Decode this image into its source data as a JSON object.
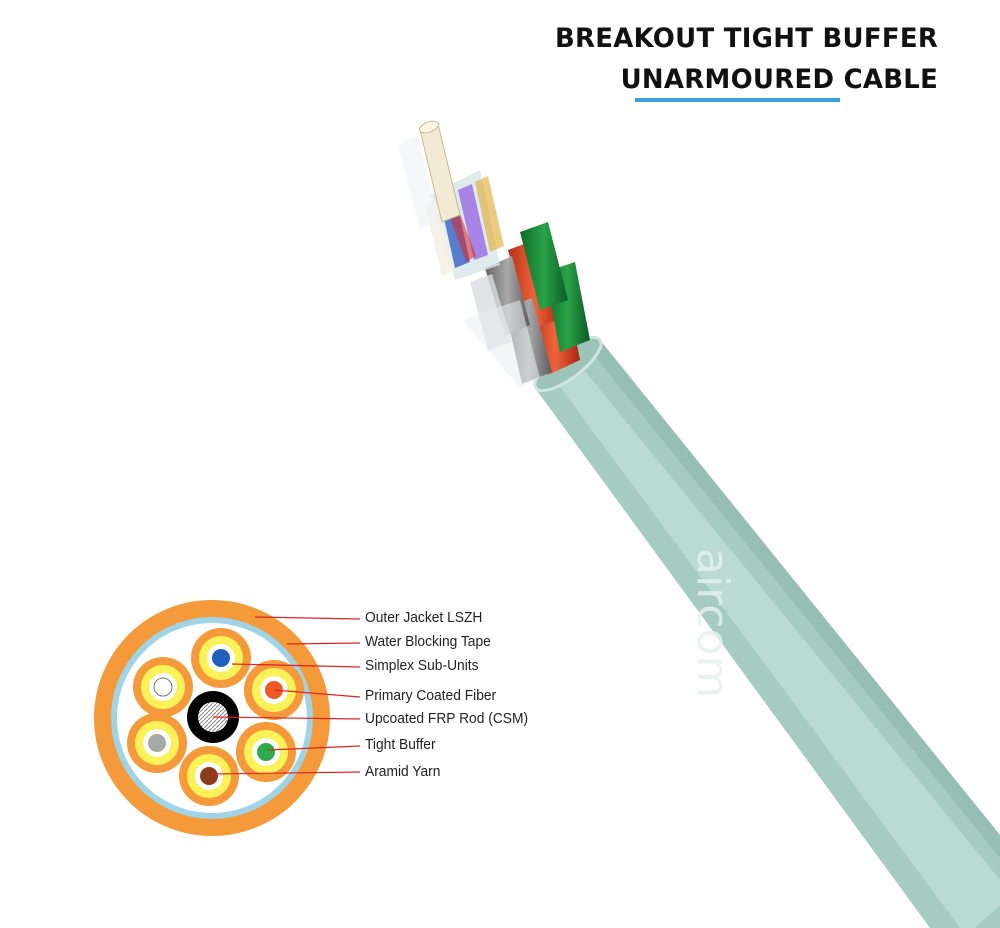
{
  "title": {
    "line1": "BREAKOUT TIGHT BUFFER",
    "line2": "UNARMOURED CABLE"
  },
  "colors": {
    "accent_underline": "#3b9fdc",
    "outer_jacket": "#f49a3a",
    "water_blocking_tape": "#9fd3e6",
    "cable_jacket": "#a9cfc6",
    "leader_line": "#e02424"
  },
  "brand_mark": "aircom",
  "cross_section": {
    "labels": [
      "Outer Jacket  LSZH",
      "Water Blocking Tape",
      "Simplex Sub-Units",
      "Primary Coated Fiber",
      "Upcoated FRP Rod (CSM)",
      "Tight Buffer",
      "Aramid Yarn"
    ],
    "sub_unit_fiber_colors": [
      "#1f5fbf",
      "#ee5a24",
      "#2faa4a",
      "#8b3a1a",
      "#a8a8a8",
      "#ffffff"
    ]
  }
}
